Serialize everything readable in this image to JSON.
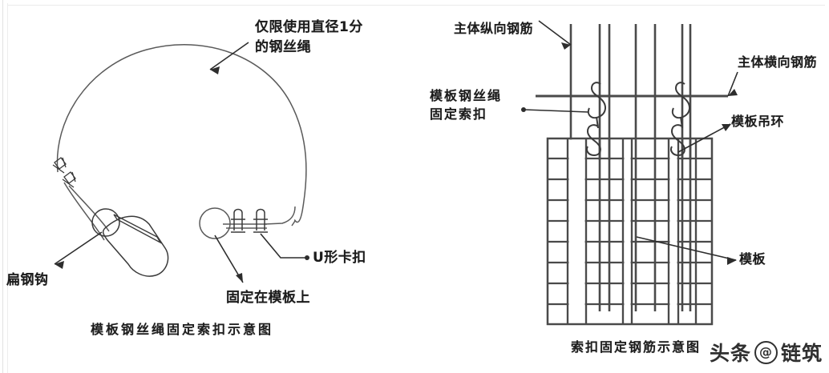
{
  "figure": {
    "title_left": "模板钢丝绳固定索扣示意图",
    "title_right": "索扣固定钢筋示意图"
  },
  "left_panel": {
    "name": "模板钢丝绳固定索扣示意图",
    "caption": "模板钢丝绳固定索扣示意图",
    "labels": [
      {
        "id": "wire-rope-spec",
        "line1": "仅限使用直径1分",
        "line2": "的钢丝绳"
      },
      {
        "id": "flat-steel-hook",
        "text": "扁钢钩"
      },
      {
        "id": "u-clamp",
        "text": "U形卡扣"
      },
      {
        "id": "fixed-on-formwork",
        "text": "固定在模板上"
      }
    ]
  },
  "right_panel": {
    "name": "索扣固定钢筋示意图",
    "caption": "索扣固定钢筋示意图",
    "labels": [
      {
        "id": "main-vertical-rebar",
        "text": "主体纵向钢筋"
      },
      {
        "id": "main-horizontal-rebar",
        "text": "主体横向钢筋"
      },
      {
        "id": "formwork-wire-rope-clamp",
        "line1": "模板钢丝绳",
        "line2": "固定索扣"
      },
      {
        "id": "formwork-lifting-ring",
        "text": "模板吊环"
      },
      {
        "id": "formwork",
        "text": "模板"
      }
    ]
  },
  "watermark": {
    "source": "头条",
    "at": "@",
    "account": "链筑"
  },
  "colors": {
    "background": "#ffffff",
    "ink": "#1b1b1b",
    "drawing_line": "#4a4a4a",
    "leader_line": "#2d2d2d"
  }
}
